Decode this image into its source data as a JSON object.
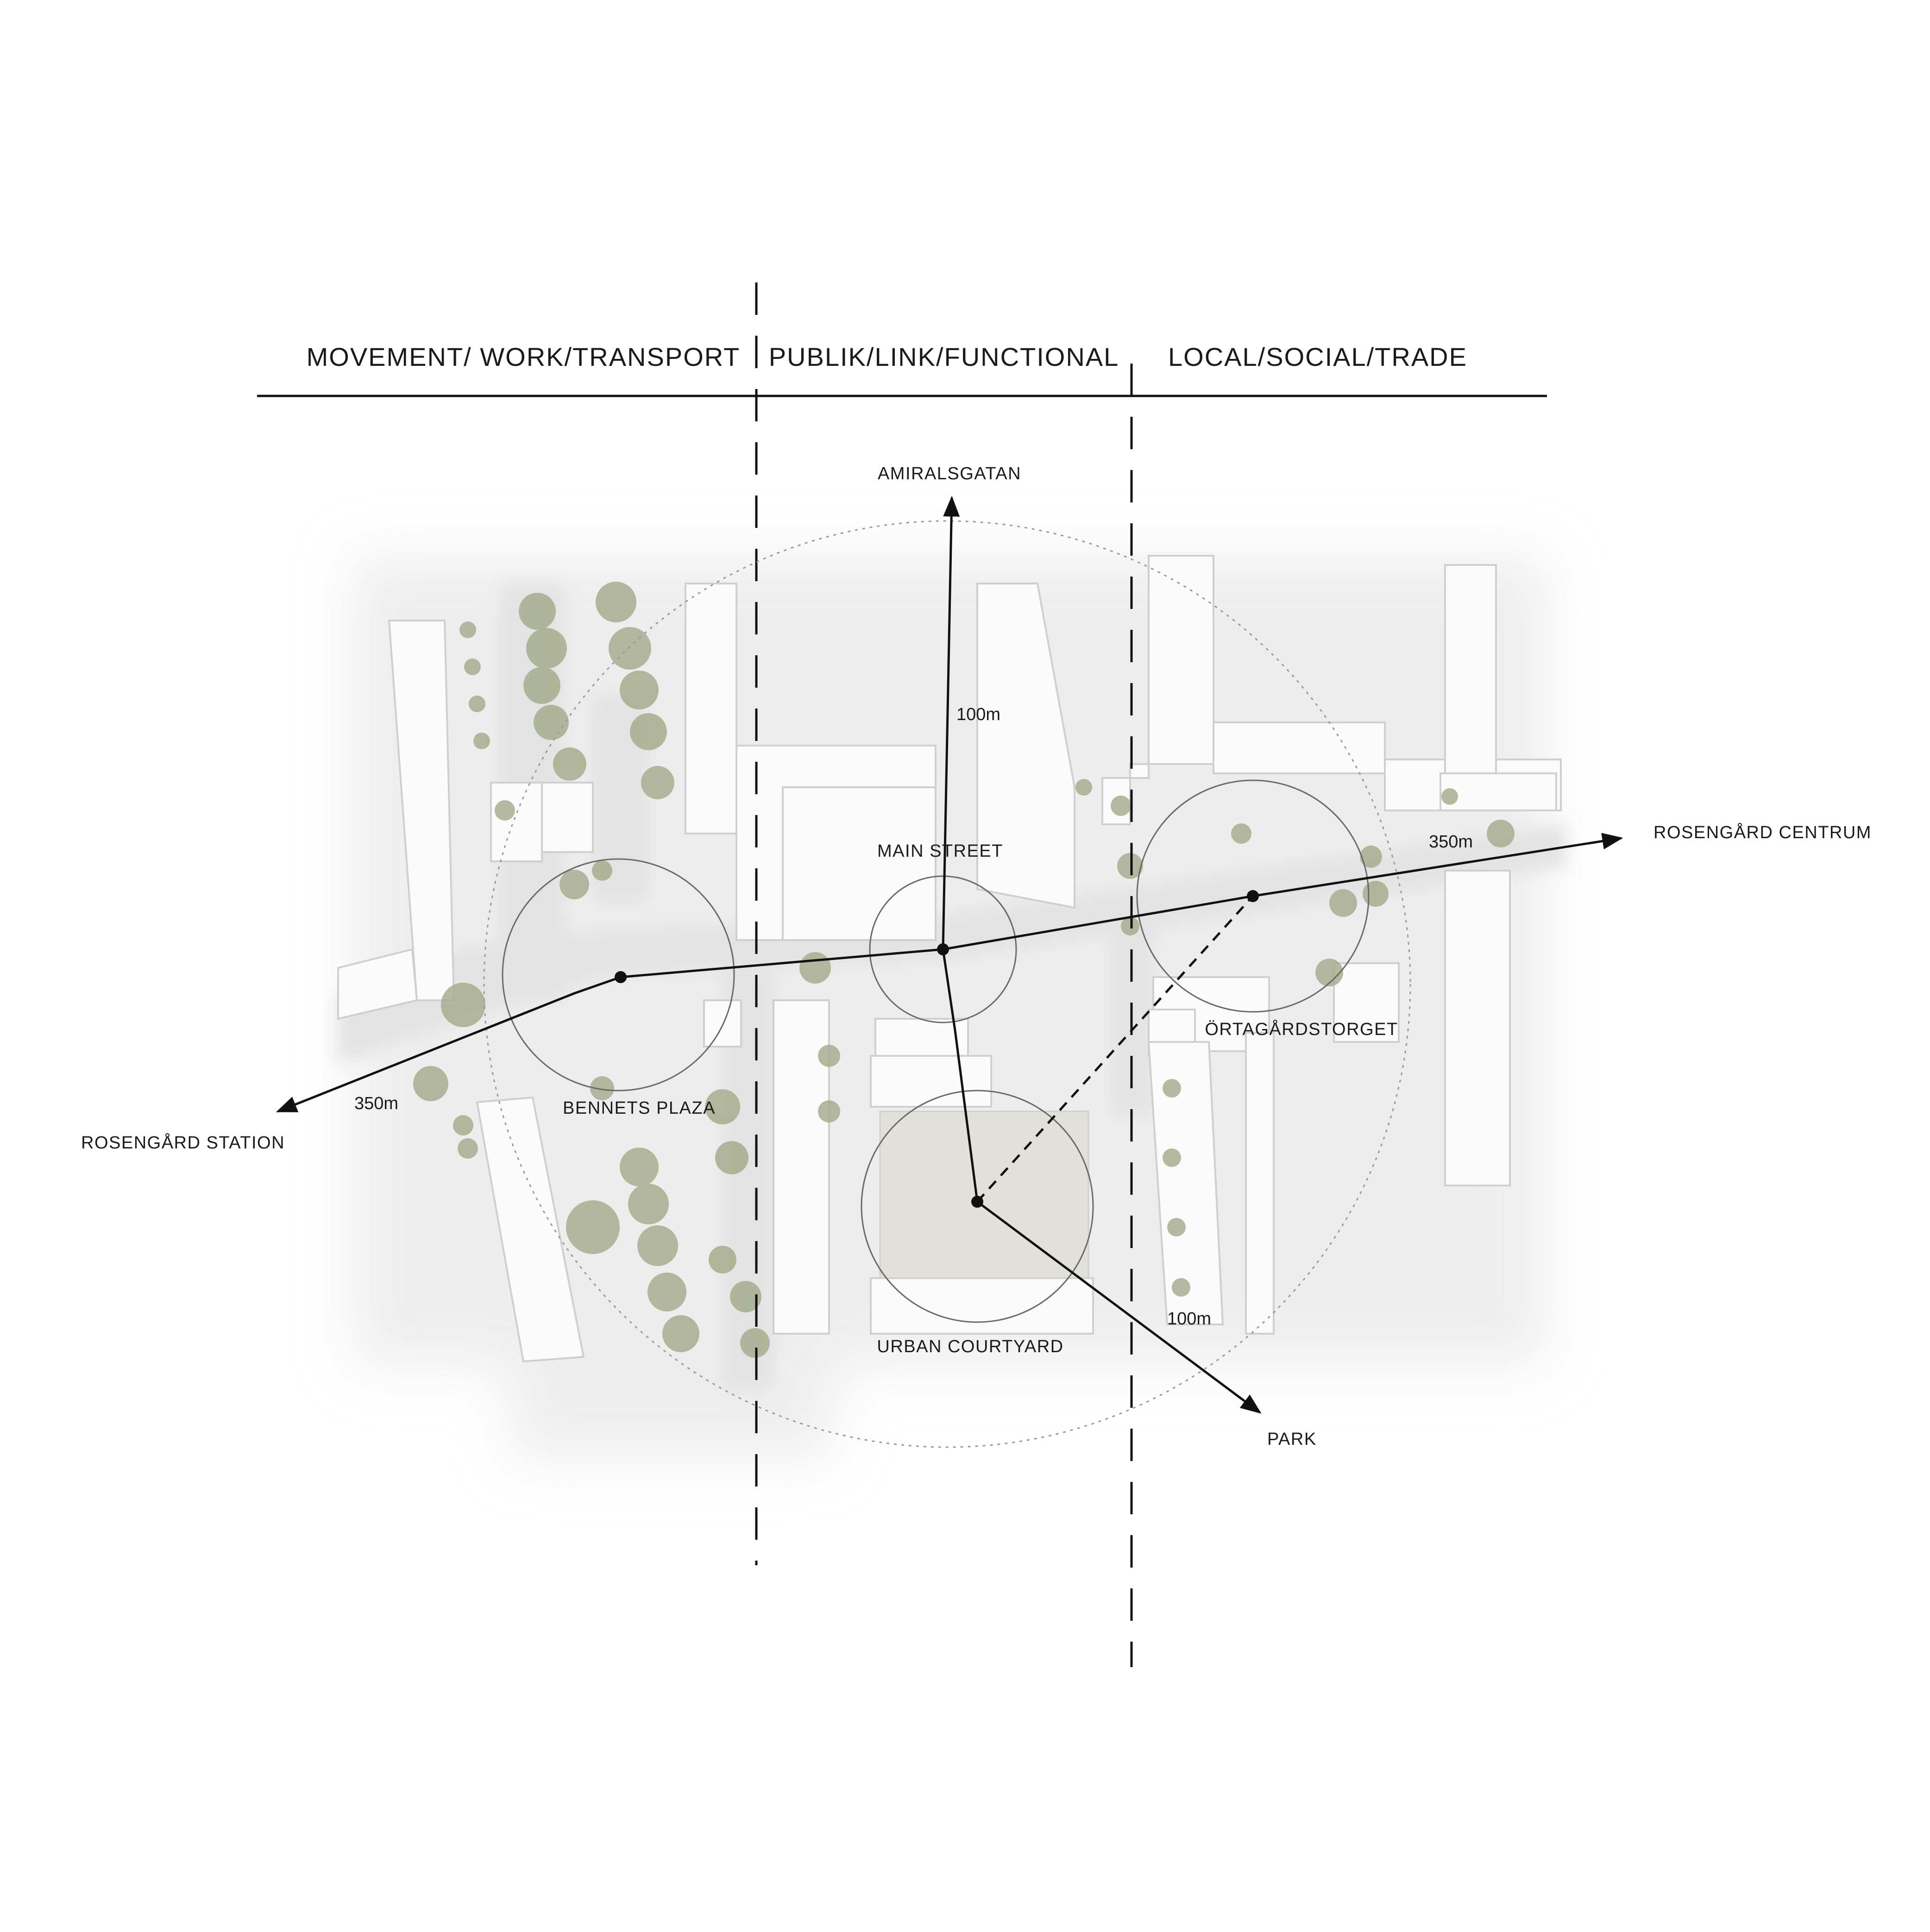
{
  "zones": [
    {
      "id": "movement",
      "label": "MOVEMENT/ WORK/TRANSPORT"
    },
    {
      "id": "publik",
      "label": "PUBLIK/LINK/FUNCTIONAL"
    },
    {
      "id": "local",
      "label": "LOCAL/SOCIAL/TRADE"
    }
  ],
  "places": {
    "bennets": "BENNETS PLAZA",
    "main_street": "MAIN STREET",
    "urban_courtyard": "URBAN COURTYARD",
    "ortagard": "ÖRTAGÅRDSTORGET"
  },
  "destinations": {
    "west": "ROSENGÅRD STATION",
    "east": "ROSENGÅRD CENTRUM",
    "north": "AMIRALSGATAN",
    "south": "PARK"
  },
  "distances": {
    "west": "350m",
    "east": "350m",
    "north": "100m",
    "south": "100m"
  },
  "colors": {
    "line": "#111111",
    "building": "#fafafa",
    "building_stroke": "#cfcfcf",
    "tree": "#a3a98a",
    "ground": "#e6e6e6"
  }
}
